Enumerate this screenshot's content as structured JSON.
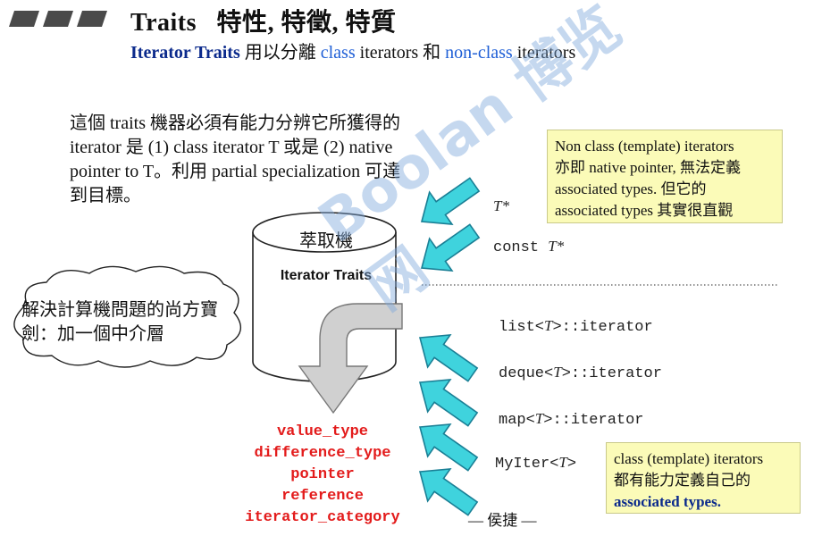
{
  "title": "Traits   特性, 特徵, 特質",
  "subtitle": {
    "part1": "Iterator Traits",
    "part2": " 用以分離 ",
    "part3": "class",
    "part4": " iterators 和 ",
    "part5": "non-class",
    "part6": " iterators"
  },
  "intro_text": "這個 traits 機器必須有能力分辨它所獲得的 iterator 是 (1) class iterator T 或是 (2) native pointer to T。利用 partial specialization 可達到目標。",
  "note_top": {
    "line1": "Non class (template) iterators",
    "line2": "亦即 native pointer, 無法定義",
    "line3": "associated types. 但它的",
    "line4": "associated types 其實很直觀"
  },
  "note_bottom": {
    "line1": "class (template) iterators",
    "line2": "都有能力定義自己的",
    "line3": "associated types."
  },
  "machine": {
    "label": "萃取機",
    "sublabel": "Iterator Traits"
  },
  "cloud_text": "解決計算機問題的尚方寶劍：加一個中介層",
  "iterator_types": {
    "t_ptr": {
      "pre": "",
      "t": "T*",
      "post": ""
    },
    "const_t_ptr": {
      "pre": "const ",
      "t": "T*",
      "post": ""
    },
    "list": {
      "pre": "list<",
      "t": "T",
      "post": ">::iterator"
    },
    "deque": {
      "pre": "deque<",
      "t": "T",
      "post": ">::iterator"
    },
    "map": {
      "pre": "map<",
      "t": "T",
      "post": ">::iterator"
    },
    "myiter": {
      "pre": "MyIter<",
      "t": "T",
      "post": ">"
    }
  },
  "associated_types": [
    "value_type",
    "difference_type",
    "pointer",
    "reference",
    "iterator_category"
  ],
  "footer": "— 侯捷 —",
  "watermark": "Boolan 博览网",
  "colors": {
    "arrow_fill": "#3fd3dd",
    "arrow_stroke": "#1a7f95",
    "note_bg": "#fbfbb8",
    "associated_red": "#e31b1b",
    "link_blue": "#1f5fd6",
    "navy": "#0b2a8c"
  }
}
